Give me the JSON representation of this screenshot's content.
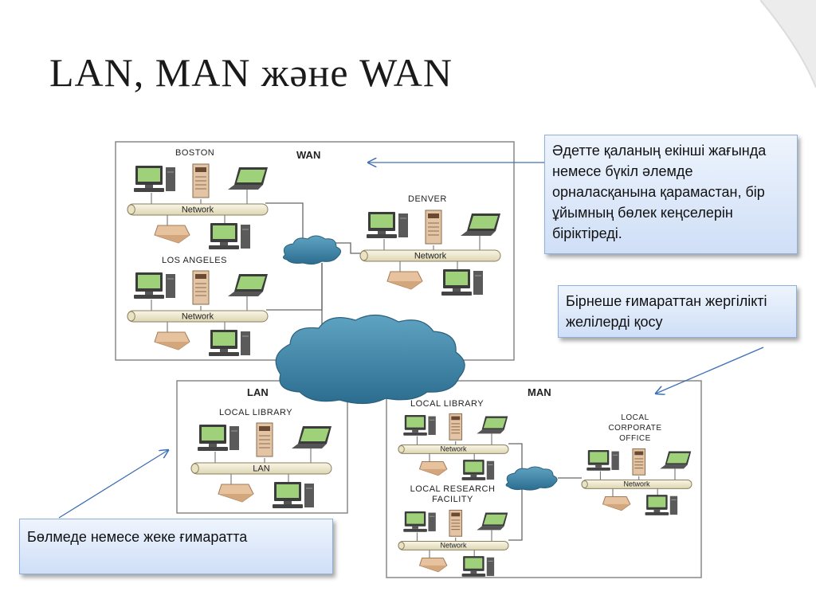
{
  "slide": {
    "title": "LAN, MAN және WAN"
  },
  "callouts": {
    "wan": "Әдетте қаланың екінші жағында немесе бүкіл әлемде орналасқанына қарамастан, бір ұйымның бөлек кеңселерін біріктіреді.",
    "man": "Бірнеше ғимараттан жергілікті желілерді қосу",
    "lan": "Бөлмеде немесе жеке ғимаратта"
  },
  "wan_diagram": {
    "heading": "WAN",
    "sites": [
      {
        "name": "BOSTON",
        "network_label": "Network"
      },
      {
        "name": "LOS ANGELES",
        "network_label": "Network"
      },
      {
        "name": "DENVER",
        "network_label": "Network"
      }
    ]
  },
  "lan_diagram": {
    "heading": "LAN",
    "site": "LOCAL LIBRARY",
    "network_label": "LAN"
  },
  "man_diagram": {
    "heading": "MAN",
    "sites": [
      {
        "name": "LOCAL LIBRARY",
        "network_label": "Network"
      },
      {
        "name": "LOCAL RESEARCH FACILITY",
        "network_label": "Network"
      },
      {
        "name": "LOCAL CORPORATE OFFICE",
        "network_label": "Network"
      }
    ]
  },
  "colors": {
    "cloud": "#3a7fa0",
    "callout_border": "#8fb0dc",
    "arrow": "#3d6fb5",
    "backbone": "#f1ecd6"
  }
}
